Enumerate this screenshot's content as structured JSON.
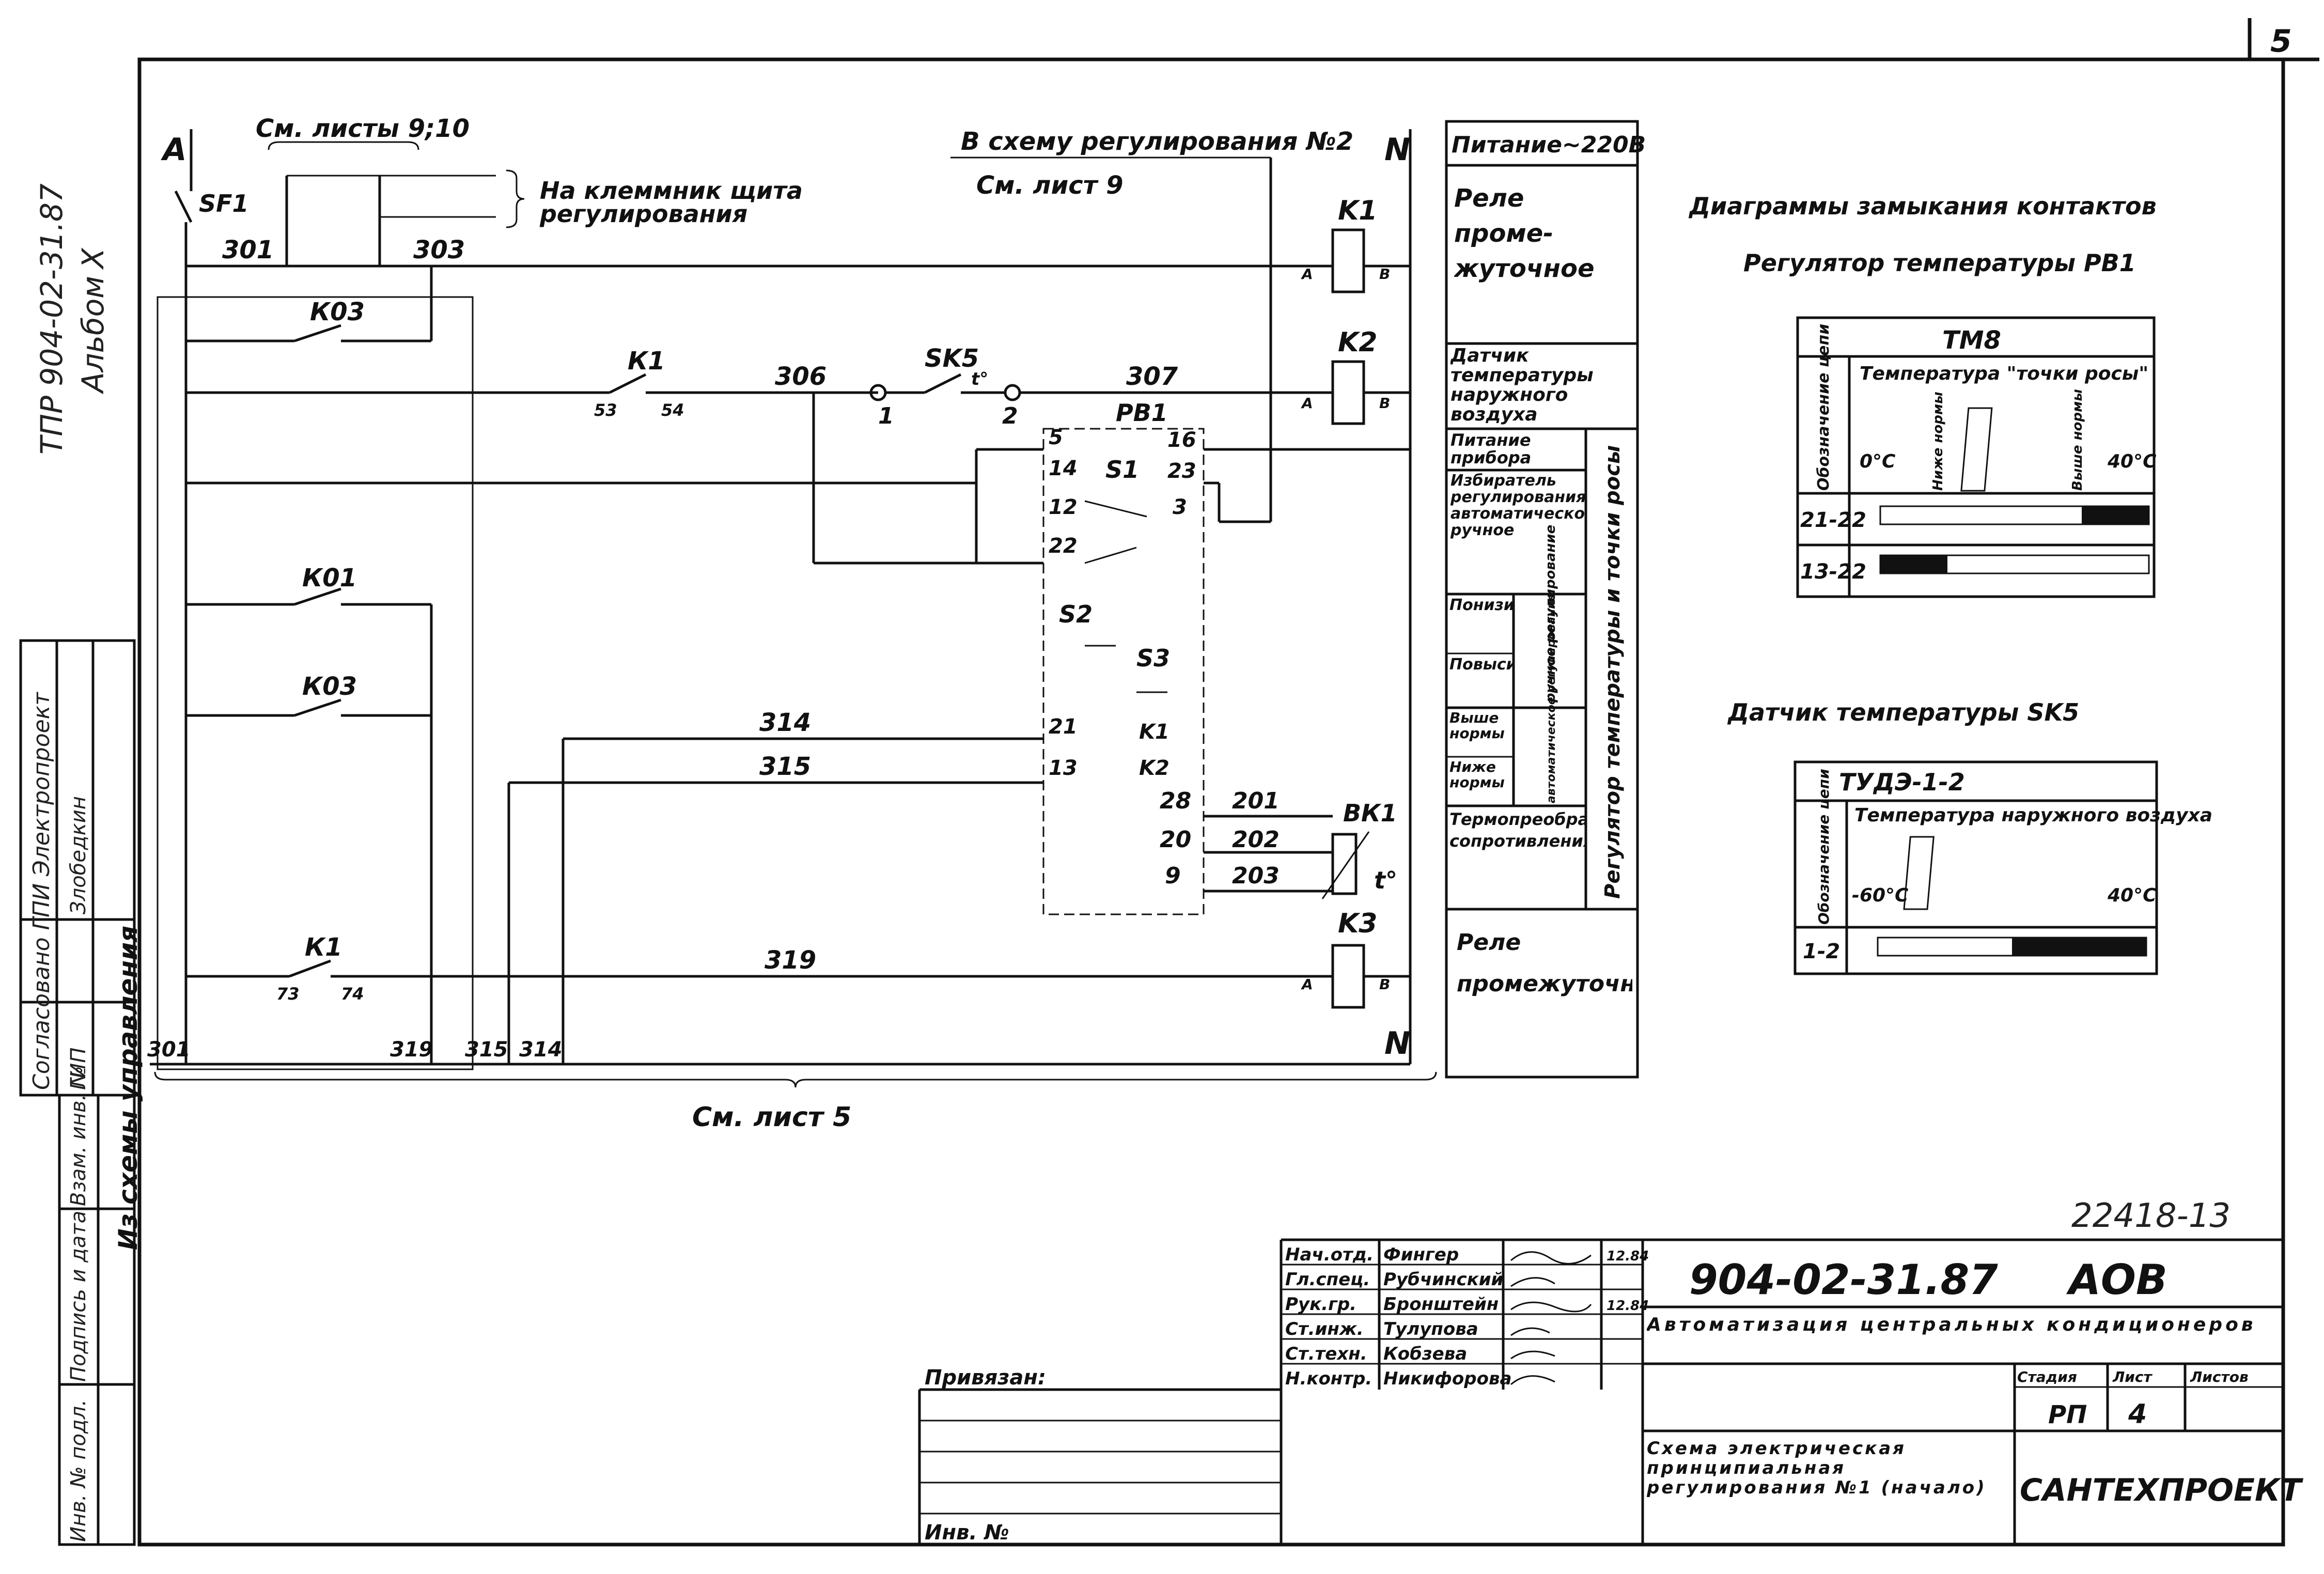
{
  "page": {
    "sheet_number": "5",
    "album_side": "ТПР 904-02-31.87",
    "album_side2": "Альбом",
    "album_roman": "X"
  },
  "schematic": {
    "phase_a": "A",
    "neutral_top": "N",
    "neutral_bottom": "N",
    "sf1": "SF1",
    "see_sheets": "См. листы 9;10",
    "terminal_note_1": "На клеммник щита",
    "terminal_note_2": "регулирования",
    "to_scheme": "В схему регулирования №2",
    "see_sheet9": "См. лист 9",
    "see_sheet5": "См. лист 5",
    "from_scheme": "Из схемы управления",
    "wires": [
      "301",
      "303",
      "306",
      "307",
      "314",
      "315",
      "319",
      "201",
      "202",
      "203"
    ],
    "bottom_wires": [
      "301",
      "319",
      "315",
      "314"
    ],
    "contacts": {
      "k03_top": "К03",
      "k01": "К01",
      "k03_mid": "К03",
      "k1_a": "К1",
      "k1_b": "К1",
      "sk5": "SK5",
      "sk5_sup": "t°",
      "term1": "1",
      "term2": "2",
      "k1a_l": "53",
      "k1a_r": "54",
      "k1b_l": "73",
      "k1b_r": "74"
    },
    "relays": {
      "k1": "K1",
      "k2": "K2",
      "k3": "K3",
      "a": "А",
      "b": "В"
    },
    "rb1": {
      "title": "РВ1",
      "pins_left": [
        "5",
        "14",
        "12",
        "22",
        "21",
        "13"
      ],
      "pins_right": [
        "16",
        "23",
        "3"
      ],
      "s1": "S1",
      "s2": "S2",
      "s3": "S3",
      "k1": "K1",
      "k2": "K2"
    },
    "bk1": {
      "title": "ВК1",
      "temp": "t°",
      "pins": [
        "28",
        "20",
        "9"
      ]
    }
  },
  "legend": {
    "header": "Питание~220В",
    "row1": "Реле проме-жуточное",
    "row2": "Датчик температуры наружного воздуха",
    "row3": "Питание прибора",
    "row4": "Избиратель регулирования: автоматическое ручное",
    "row5a": "Понизить",
    "row5b": "Повысить",
    "row5side": "ручное регулирование",
    "row6a": "Выше нормы",
    "row6b": "Ниже нормы",
    "row6side": "автоматическое регулирование",
    "row7": "Термопреобразователь сопротивления",
    "vertical": "Регулятор температуры и точки росы",
    "row8": "Реле промежуточное"
  },
  "diagram_rb1": {
    "title1": "Диаграммы замыкания контактов",
    "title2": "Регулятор температуры РВ1",
    "device": "ТМ8",
    "col_header": "Обозначение цепи",
    "param": "Температура \"точки росы\"",
    "scale_left": "0°С",
    "below": "Ниже нормы",
    "above": "Выше нормы",
    "scale_right": "40°С",
    "rows": [
      "21-22",
      "13-22"
    ],
    "closed_fraction": [
      {
        "from": 0.75,
        "to": 1.0
      },
      {
        "from": 0.0,
        "to": 0.25
      }
    ]
  },
  "diagram_sk5": {
    "title": "Датчик температуры SK5",
    "device": "ТУДЭ-1-2",
    "col_header": "Обозначение цепи",
    "param": "Температура наружного воздуха",
    "scale_left": "-60°С",
    "scale_right": "40°С",
    "rows": [
      "1-2"
    ],
    "closed_fraction": [
      {
        "from": 0.5,
        "to": 1.0
      }
    ]
  },
  "stamp": {
    "doc_number_top": "22418-13",
    "code": "904-02-31.87",
    "mark": "АОВ",
    "title": "Автоматизация центральных кондиционеров",
    "sheet_title": "Схема электрическая принципиальная регулирования №1 (начало)",
    "stage_label": "Стадия",
    "sheet_label": "Лист",
    "sheets_label": "Листов",
    "stage": "РП",
    "sheet": "4",
    "org": "САНТЕХПРОЕКТ",
    "bound": "Привязан:",
    "inv": "Инв. №",
    "date1": "12.84",
    "date2": "12.84",
    "roles": [
      {
        "role": "Нач.отд.",
        "name": "Фингер"
      },
      {
        "role": "Гл.спец.",
        "name": "Рубчинский"
      },
      {
        "role": "Рук.гр.",
        "name": "Бронштейн"
      },
      {
        "role": "Ст.инж.",
        "name": "Тулупова"
      },
      {
        "role": "Ст.техн.",
        "name": "Кобзева"
      },
      {
        "role": "Н.контр.",
        "name": "Никифорова"
      }
    ]
  },
  "left_margin": {
    "agreed": "Согласовано ГПИ Электропроект",
    "gip": "ГИП",
    "name": "Злобедкин",
    "inv_orig": "Инв. № подл.",
    "sign_date": "Подпись и дата",
    "replace_inv": "Взам. инв. №"
  }
}
